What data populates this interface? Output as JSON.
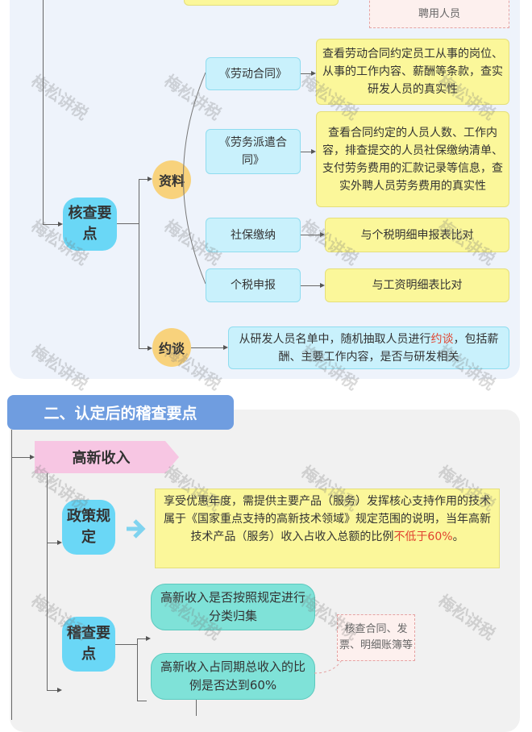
{
  "section1": {
    "top_note": "聘用人员",
    "main_node": "核查要点",
    "branch_materials": "资料",
    "branch_interview": "约谈",
    "materials": [
      {
        "label": "《劳动合同》",
        "detail": "查看劳动合同约定员工从事的岗位、从事的工作内容、薪酬等条款，查实研发人员的真实性"
      },
      {
        "label": "《劳务派遣合同》",
        "detail": "查看合同约定的人员人数、工作内容，排查提交的人员社保缴纳清单、支付劳务费用的汇款记录等信息，查实外聘人员劳务费用的真实性"
      },
      {
        "label": "社保缴纳",
        "detail": "与个税明细申报表比对"
      },
      {
        "label": "个税申报",
        "detail": "与工资明细表比对"
      }
    ],
    "interview_text_a": "从研发人员名单中，随机抽取人员进行",
    "interview_text_highlight": "约谈",
    "interview_text_b": "，包括薪酬、主要工作内容，是否与研发相关"
  },
  "section2": {
    "title": "二、认定后的稽查要点",
    "tag": "高新收入",
    "policy_node": "政策规定",
    "policy_text_a": "享受优惠年度，需提供主要产品（服务）发挥核心支持作用的技术属于《国家重点支持的高新技术领域》规定范围的说明，当年高新技术产品（服务）收入占收入总额的比例",
    "policy_text_highlight": "不低于60%",
    "policy_text_b": "。",
    "check_node": "稽查要点",
    "checks": [
      "高新收入是否按照规定进行分类归集",
      "高新收入占同期总收入的比例是否达到60%"
    ],
    "check_note": "核查合同、发票、明细账簿等"
  },
  "watermark": "梅松讲税",
  "colors": {
    "main_node": "#6ad7f6",
    "circle": "#f8d27c",
    "yellow": "#fbf79a",
    "section_header": "#6f9de0",
    "tag": "#f7c6e3",
    "highlight": "#e0432f"
  }
}
